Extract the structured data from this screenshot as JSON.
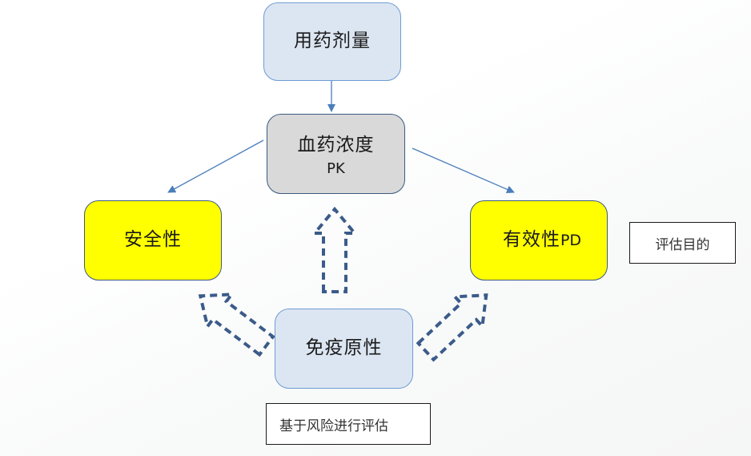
{
  "colors": {
    "connector": "#4a7ebb",
    "block_arrow_dash": "#3b5b8a",
    "node_blue_fill": "#dce6f2",
    "node_gray_fill": "#d9d9d9",
    "node_yellow_fill": "#ffff00"
  },
  "nodes": {
    "dose": {
      "label": "用药剂量"
    },
    "pk": {
      "label": "血药浓度",
      "sublabel": "PK"
    },
    "safety": {
      "label": "安全性"
    },
    "efficacy": {
      "label": "有效性",
      "suffix": "PD"
    },
    "immunogenicity": {
      "label": "免疫原性"
    }
  },
  "notes": {
    "purpose": "评估目的",
    "risk_based": "基于风险进行评估"
  },
  "edges": [
    {
      "from": "用药剂量",
      "to": "血药浓度 PK",
      "style": "solid-arrow"
    },
    {
      "from": "血药浓度 PK",
      "to": "安全性",
      "style": "solid-arrow"
    },
    {
      "from": "血药浓度 PK",
      "to": "有效性PD",
      "style": "solid-arrow"
    },
    {
      "from": "免疫原性",
      "to": "血药浓度 PK",
      "style": "dashed-block-arrow"
    },
    {
      "from": "免疫原性",
      "to": "安全性",
      "style": "dashed-block-arrow"
    },
    {
      "from": "免疫原性",
      "to": "有效性PD",
      "style": "dashed-block-arrow"
    }
  ]
}
